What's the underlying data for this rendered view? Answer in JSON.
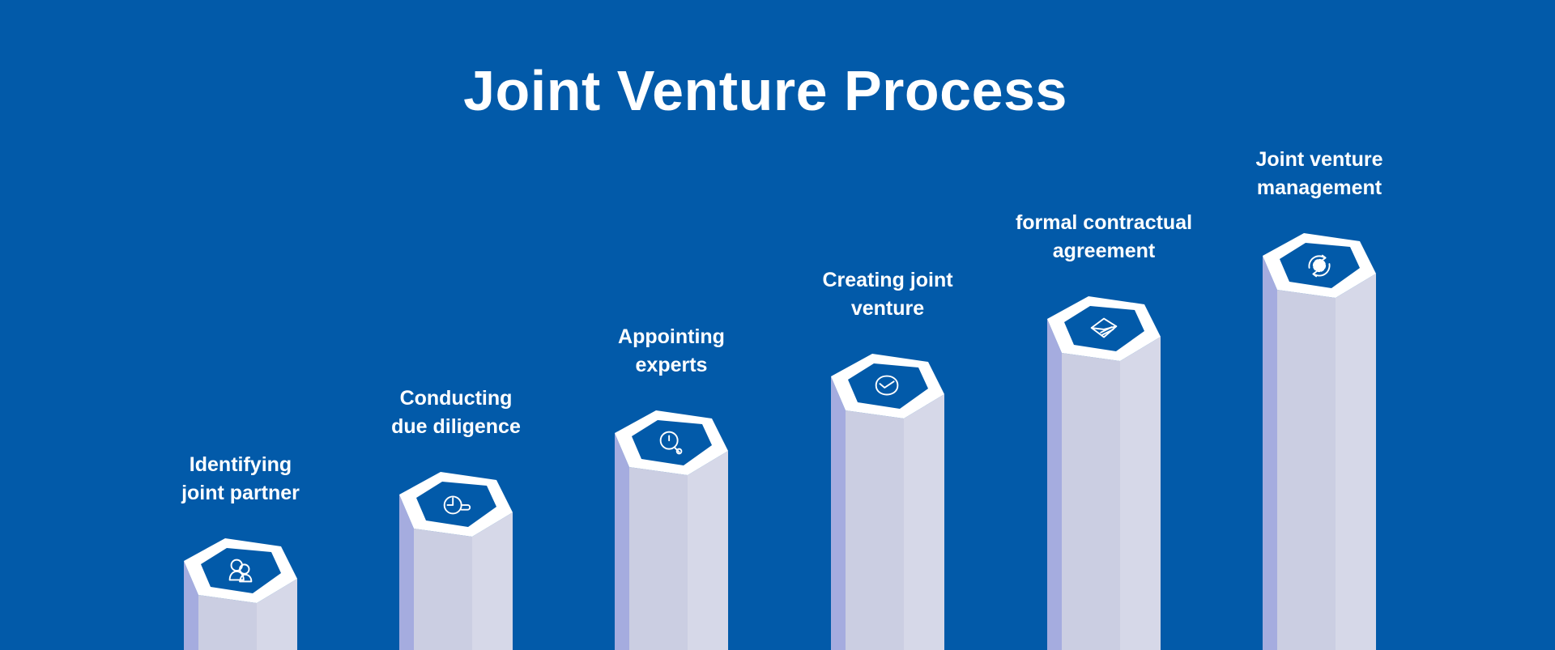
{
  "title": "Joint Venture Process",
  "steps": [
    {
      "line1": "Identifying",
      "line2": "joint partner",
      "icon": "people-icon"
    },
    {
      "line1": "Conducting",
      "line2": "due diligence",
      "icon": "stopwatch-icon"
    },
    {
      "line1": "Appointing",
      "line2": "experts",
      "icon": "magnifier-icon"
    },
    {
      "line1": "Creating joint",
      "line2": "venture",
      "icon": "handshake-icon"
    },
    {
      "line1": "formal contractual",
      "line2": "agreement",
      "icon": "envelope-icon"
    },
    {
      "line1": "Joint venture",
      "line2": "management",
      "icon": "gear-cycle-icon"
    }
  ],
  "colors": {
    "background": "#025aa9",
    "face_left": "#a5acdf",
    "face_front": "#cbcee2",
    "face_right": "#d6d8e8",
    "hex_ring": "#ffffff"
  }
}
